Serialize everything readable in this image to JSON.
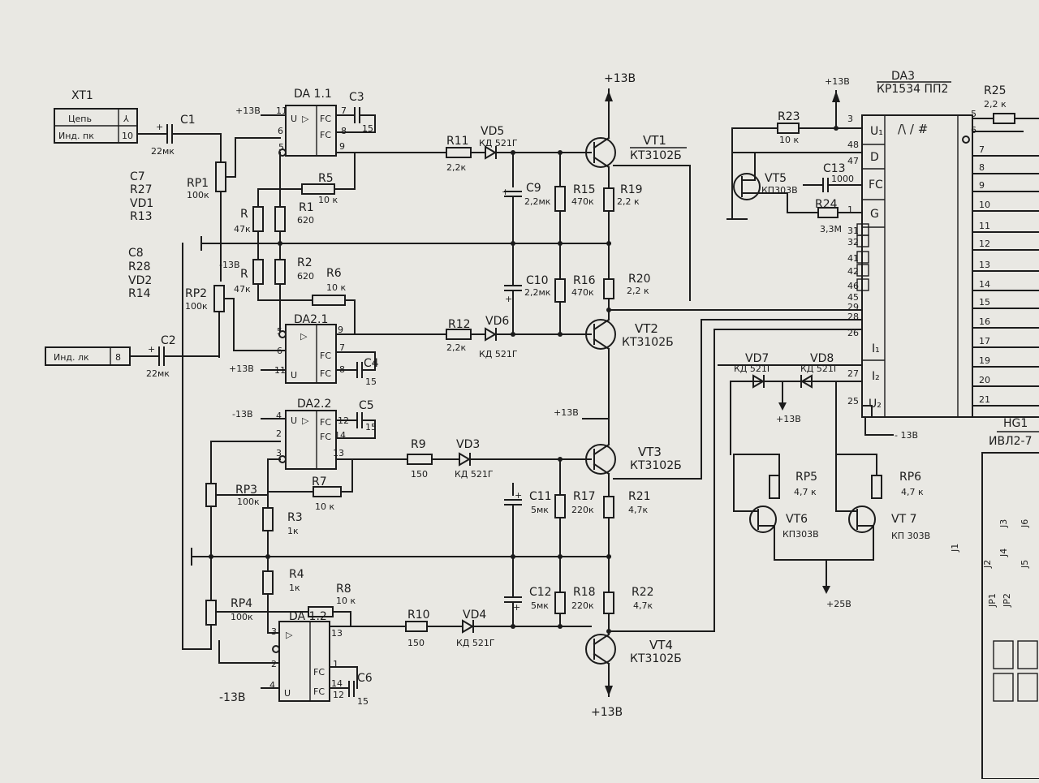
{
  "connector_xt1": {
    "name": "XT1",
    "rows": [
      {
        "label": "Цепь",
        "pin": "⅄"
      },
      {
        "label": "Инд. пк",
        "pin": "10"
      }
    ]
  },
  "connector_lk": {
    "label": "Инд. лк",
    "pin": "8"
  },
  "parts_list_1": [
    "C7",
    "R27",
    "VD1",
    "R13"
  ],
  "parts_list_2": [
    "C8",
    "R28",
    "VD2",
    "R14"
  ],
  "supply": {
    "plus13": "+13В",
    "minus13": "-13В",
    "plus25": "+25В",
    "plus13b": "+13В",
    "minus13b": "- 13В"
  },
  "capacitors": {
    "c1": {
      "name": "C1",
      "value": "22мк"
    },
    "c2": {
      "name": "C2",
      "value": "22мк"
    },
    "c3": {
      "name": "C3",
      "value": "15"
    },
    "c4": {
      "name": "C4",
      "value": "15"
    },
    "c5": {
      "name": "C5",
      "value": "15"
    },
    "c6": {
      "name": "C6",
      "value": "15"
    },
    "c9": {
      "name": "C9",
      "value": "2,2мк"
    },
    "c10": {
      "name": "C10",
      "value": "2,2мк"
    },
    "c11": {
      "name": "C11",
      "value": "5мк"
    },
    "c12": {
      "name": "C12",
      "value": "5мк"
    },
    "c13": {
      "name": "C13",
      "value": "1000"
    }
  },
  "resistors": {
    "r1": {
      "name": "R1",
      "value": "620"
    },
    "r2": {
      "name": "R2",
      "value": "620"
    },
    "r3": {
      "name": "R3",
      "value": "1к"
    },
    "r4": {
      "name": "R4",
      "value": "1к"
    },
    "r5": {
      "name": "R5",
      "value": "10 к"
    },
    "r6": {
      "name": "R6",
      "value": "10 к"
    },
    "r7": {
      "name": "R7",
      "value": "10 к"
    },
    "r8": {
      "name": "R8",
      "value": "10 к"
    },
    "r9": {
      "name": "R9",
      "value": "150"
    },
    "r10": {
      "name": "R10",
      "value": "150"
    },
    "r11": {
      "name": "R11",
      "value": "2,2к"
    },
    "r12": {
      "name": "R12",
      "value": "2,2к"
    },
    "r15": {
      "name": "R15",
      "value": "470к"
    },
    "r16": {
      "name": "R16",
      "value": "470к"
    },
    "r17": {
      "name": "R17",
      "value": "220к"
    },
    "r18": {
      "name": "R18",
      "value": "220к"
    },
    "r19": {
      "name": "R19",
      "value": "2,2 к"
    },
    "r20": {
      "name": "R20",
      "value": "2,2 к"
    },
    "r21": {
      "name": "R21",
      "value": "4,7к"
    },
    "r22": {
      "name": "R22",
      "value": "4,7к"
    },
    "r23": {
      "name": "R23",
      "value": "10 к"
    },
    "r24": {
      "name": "R24",
      "value": "3,3М"
    },
    "r25": {
      "name": "R25",
      "value": "2,2 к"
    },
    "r": {
      "name": "R",
      "value": "47к"
    },
    "r_b": {
      "name": "R",
      "value": "47к"
    }
  },
  "pots": {
    "rp1": {
      "name": "RP1",
      "value": "100к"
    },
    "rp2": {
      "name": "RP2",
      "value": "100к"
    },
    "rp3": {
      "name": "RP3",
      "value": "100к"
    },
    "rp4": {
      "name": "RP4",
      "value": "100к"
    },
    "rp5": {
      "name": "RP5",
      "value": "4,7 к"
    },
    "rp6": {
      "name": "RP6",
      "value": "4,7 к"
    }
  },
  "diodes": {
    "vd3": {
      "name": "VD3",
      "value": "КД 521Г"
    },
    "vd4": {
      "name": "VD4",
      "value": "КД 521Г"
    },
    "vd5": {
      "name": "VD5",
      "value": "КД 521Г"
    },
    "vd6": {
      "name": "VD6",
      "value": "КД 521Г"
    },
    "vd7": {
      "name": "VD7",
      "value": "КД 521Г"
    },
    "vd8": {
      "name": "VD8",
      "value": "КД 521Г"
    }
  },
  "transistors": {
    "vt1": {
      "name": "VT1",
      "value": "КТ3102Б"
    },
    "vt2": {
      "name": "VT2",
      "value": "КТ3102Б"
    },
    "vt3": {
      "name": "VT3",
      "value": "КТ3102Б"
    },
    "vt4": {
      "name": "VT4",
      "value": "КТ3102Б"
    },
    "vt5": {
      "name": "VT5",
      "value": "КП303В"
    },
    "vt6": {
      "name": "VT6",
      "value": "КП303В"
    },
    "vt7": {
      "name": "VT 7",
      "value": "КП 303В"
    }
  },
  "opamps": {
    "da11": {
      "name": "DA 1.1",
      "pins": [
        "11",
        "6",
        "5",
        "7",
        "8",
        "9"
      ]
    },
    "da12": {
      "name": "DA 1.2",
      "pins": [
        "3",
        "2",
        "4",
        "13",
        "1",
        "14",
        "12"
      ]
    },
    "da21": {
      "name": "DA2.1",
      "pins": [
        "5",
        "6",
        "11",
        "9",
        "7",
        "8"
      ]
    },
    "da22": {
      "name": "DA2.2",
      "pins": [
        "4",
        "2",
        "3",
        "13",
        "12",
        "14"
      ]
    },
    "sym_fc": "FC",
    "sym_u": "U",
    "sym_tri": "▷"
  },
  "da3": {
    "name": "DA3",
    "type": "КР1534 ПП2",
    "sym": "/\\ / #",
    "left_pins": [
      "3",
      "48",
      "47",
      "1",
      "31",
      "32",
      "41",
      "42",
      "46",
      "45",
      "29",
      "28",
      "26",
      "27",
      "25"
    ],
    "left_syms": [
      "U₁",
      "D",
      "FC",
      "G",
      "I₁",
      "I₂",
      "U₂"
    ],
    "right_pins": [
      "5",
      "6",
      "7",
      "8",
      "9",
      "10",
      "11",
      "12",
      "13",
      "14",
      "15",
      "16",
      "17",
      "19",
      "20",
      "21"
    ]
  },
  "hg1": {
    "name": "HG1",
    "type": "ИВЛ2-7",
    "jumpers": [
      "J1",
      "J2",
      "J4",
      "J3",
      "J5",
      "J6",
      "JP1",
      "JP2"
    ]
  }
}
